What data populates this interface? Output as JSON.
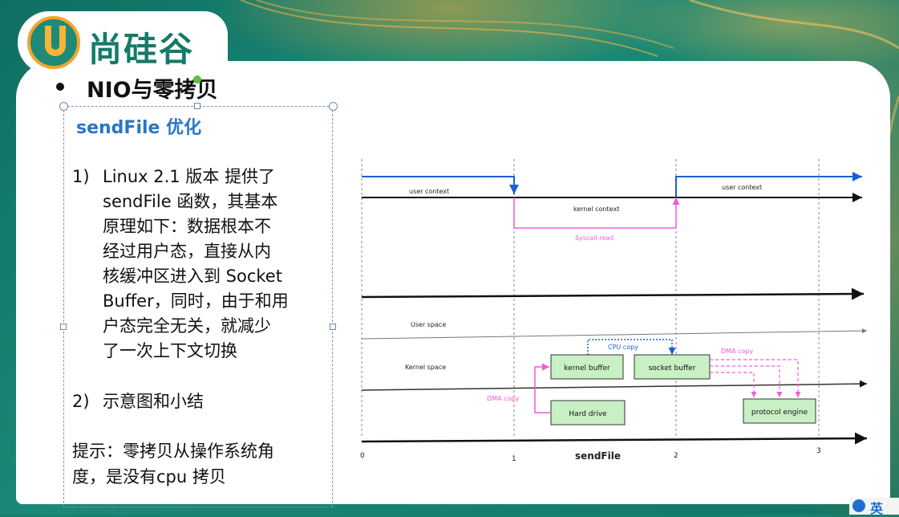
{
  "logo": {
    "brand": "尚硅谷"
  },
  "slide": {
    "title": "NIO与零拷贝",
    "subtitle": "sendFile 优化",
    "point1_num": "1)",
    "point1_lines": [
      "Linux  2.1 版本 提供了",
      "sendFile 函数，其基本",
      "原理如下：数据根本不",
      "经过用户态，直接从内",
      "核缓冲区进入到 Socket",
      "Buffer，同时，由于和用",
      "户态完全无关，就减少",
      "了一次上下文切换"
    ],
    "point2_num": "2)",
    "point2_text": "示意图和小结",
    "hint_lines": [
      "提示：零拷贝从操作系统角",
      "度，是没有cpu 拷贝"
    ]
  },
  "diagram": {
    "user_context_left": "user context",
    "user_context_right": "user context",
    "kernel_context": "kernel context",
    "syscall_read": "Syscall read",
    "user_space": "User space",
    "kernel_space": "Kernel  space",
    "cpu_copy": "CPU copy",
    "dma_copy_top": "DMA copy",
    "dma_copy_left": "DMA copy",
    "kernel_buffer": "kernel buffer",
    "socket_buffer": "socket buffer",
    "hard_drive": "Hard drive",
    "protocol_engine": "protocol engine",
    "tick0": "0",
    "tick1": "1",
    "tick2": "2",
    "tick3": "3",
    "axis_label": "sendFile"
  },
  "corner": {
    "label": "英"
  },
  "colors": {
    "accent_blue": "#2a76c6",
    "line_blue": "#1b5fd8",
    "magenta": "#f25ad8",
    "box_green": "#c9efc4",
    "teal": "#17806f"
  }
}
